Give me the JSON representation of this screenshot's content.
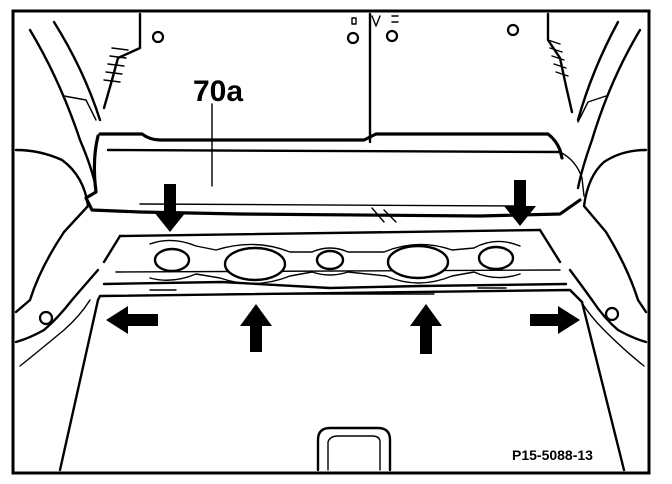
{
  "diagram": {
    "part_label": "70a",
    "figure_code": "P15-5088-13",
    "colors": {
      "line": "#000000",
      "background": "#ffffff"
    },
    "arrows": [
      {
        "name": "arrow-down-left",
        "direction": "down"
      },
      {
        "name": "arrow-down-right",
        "direction": "down"
      },
      {
        "name": "arrow-up-left",
        "direction": "up"
      },
      {
        "name": "arrow-up-right",
        "direction": "up"
      },
      {
        "name": "arrow-left",
        "direction": "left"
      },
      {
        "name": "arrow-right",
        "direction": "right"
      }
    ]
  }
}
